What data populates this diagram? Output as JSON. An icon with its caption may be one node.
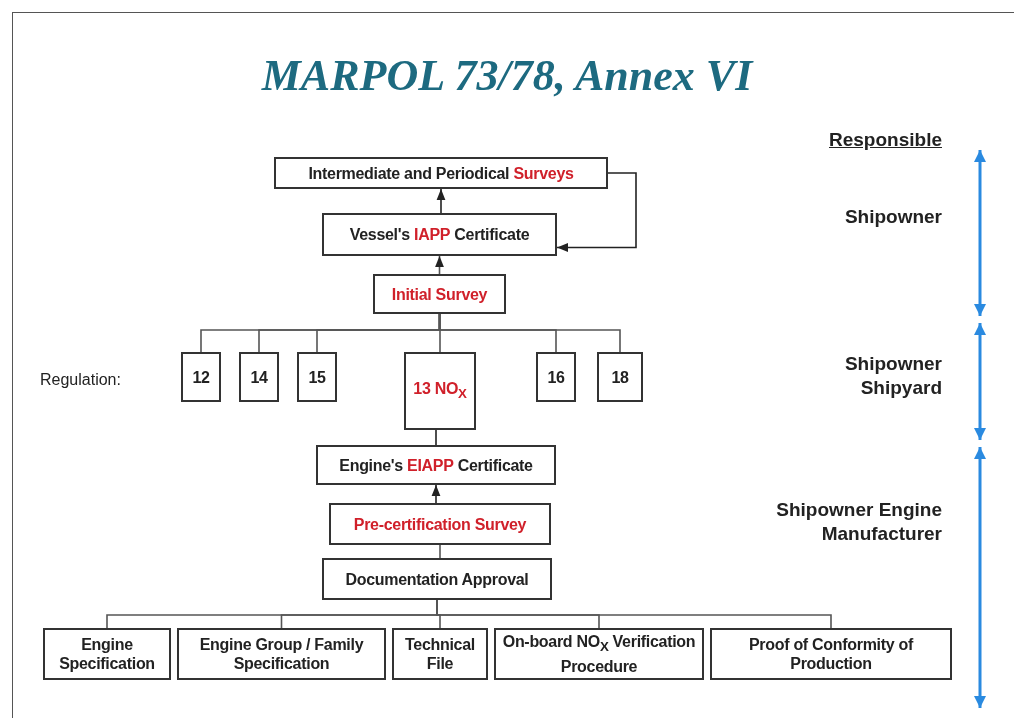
{
  "diagram": {
    "title": "MARPOL 73/78, Annex VI",
    "nodes": [
      {
        "text": [
          "Intermediate and Periodical **Surveys**"
        ]
      },
      {
        "text": [
          "Vessel's **IAPP** Certificate"
        ]
      },
      {
        "text": [
          "Initial Survey"
        ]
      },
      {
        "text": [
          "12"
        ]
      },
      {
        "text": [
          "14"
        ]
      },
      {
        "text": [
          "15"
        ]
      },
      {
        "text": [
          "13 NO$_{X}$"
        ]
      },
      {
        "text": [
          "16"
        ]
      },
      {
        "text": [
          "18"
        ]
      },
      {
        "text": [
          "Engine's **EIAPP** Certificate"
        ]
      },
      {
        "text": [
          "Pre-certification Survey"
        ]
      },
      {
        "text": [
          "Documentation Approval"
        ]
      },
      {
        "text": [
          "Engine Specification"
        ]
      },
      {
        "text": [
          "Engine Group / Family Specification"
        ]
      },
      {
        "text": [
          "Technical File"
        ]
      },
      {
        "text": [
          "On-board NO$_{X}$ Verification Procedure"
        ]
      },
      {
        "text": [
          "Proof of Conformity of Production"
        ]
      }
    ],
    "edges": [
      {
        "from": 1,
        "to": 0,
        "arrow": "to"
      },
      {
        "from": 0,
        "to": 1,
        "arrow": "to"
      },
      {
        "from": 2,
        "to": 1,
        "arrow": "to"
      },
      {
        "from": 2,
        "to": 3,
        "arrow": "none"
      },
      {
        "from": 2,
        "to": 4,
        "arrow": "none"
      },
      {
        "from": 2,
        "to": 5,
        "arrow": "none"
      },
      {
        "from": 2,
        "to": 6,
        "arrow": "none"
      },
      {
        "from": 2,
        "to": 7,
        "arrow": "none"
      },
      {
        "from": 2,
        "to": 8,
        "arrow": "none"
      },
      {
        "from": 6,
        "to": 9,
        "arrow": "none"
      },
      {
        "from": 10,
        "to": 9,
        "arrow": "to"
      },
      {
        "from": 11,
        "to": 10,
        "arrow": "none"
      },
      {
        "from": 11,
        "to": 12,
        "arrow": "none"
      },
      {
        "from": 11,
        "to": 13,
        "arrow": "none"
      },
      {
        "from": 11,
        "to": 14,
        "arrow": "none"
      },
      {
        "from": 11,
        "to": 15,
        "arrow": "none"
      },
      {
        "from": 11,
        "to": 16,
        "arrow": "none"
      }
    ],
    "labels": [
      "Responsible",
      "Shipowner",
      "Regulation:",
      "Shipowner Shipyard",
      "Shipowner Engine Manufacturer"
    ]
  }
}
